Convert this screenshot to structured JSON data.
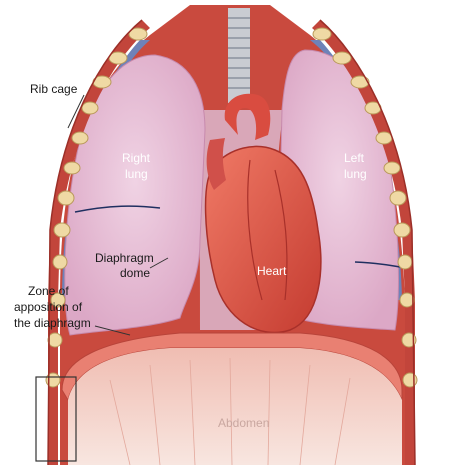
{
  "labels": {
    "rib_cage": "Rib cage",
    "right_lung_line1": "Right",
    "right_lung_line2": "lung",
    "left_lung_line1": "Left",
    "left_lung_line2": "lung",
    "heart": "Heart",
    "diaphragm_dome_line1": "Diaphragm",
    "diaphragm_dome_line2": "dome",
    "zone_line1": "Zone of",
    "zone_line2": "apposition of",
    "zone_line3": "the diaphragm",
    "abdomen": "Abdomen"
  },
  "colors": {
    "lung_fill": "#eac6dc",
    "lung_edge": "#c78aad",
    "organ_label": "#ffffff",
    "heart_fill": "#e4564a",
    "heart_dark": "#b8342c",
    "diaphragm_fill": "#e98072",
    "abdomen_fill": "#f6ddd6",
    "rib_bone": "#efd9a4",
    "intercostal_muscle": "#c2453b",
    "pleura_blue": "#6e82b8",
    "trachea": "#c9ccd2",
    "label_text": "#1a1a1a"
  }
}
